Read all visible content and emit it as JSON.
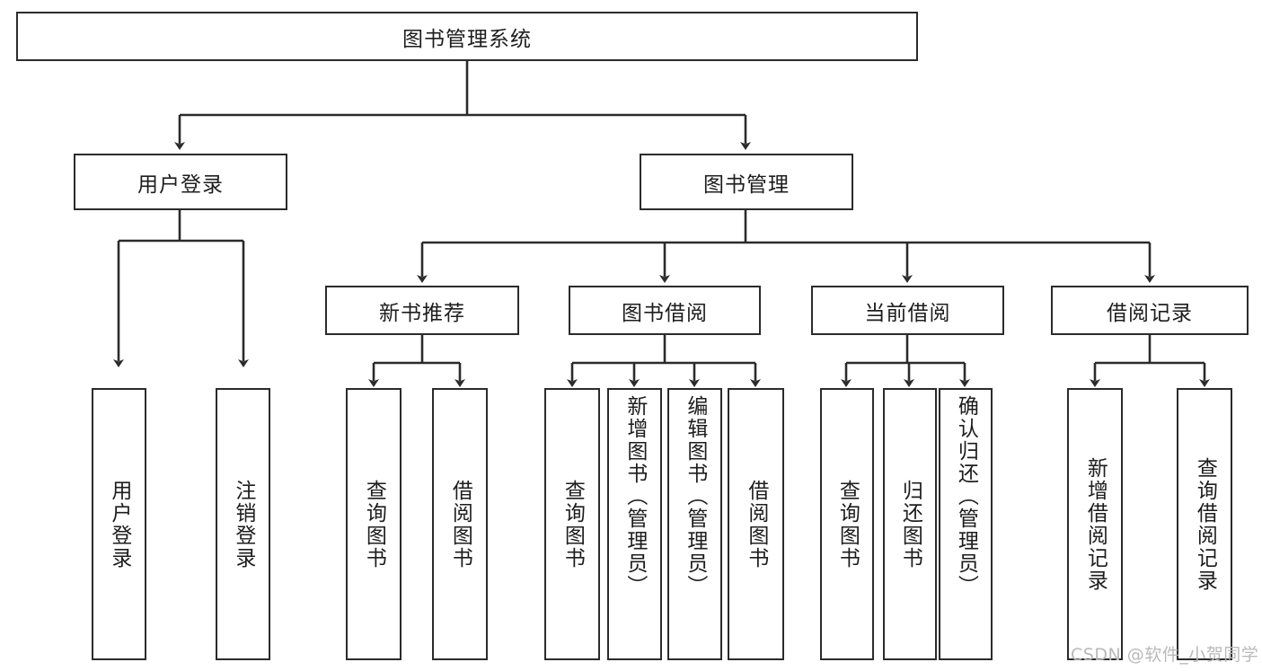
{
  "diagram": {
    "type": "hierarchy-tree",
    "title": "图书管理系统",
    "root": {
      "id": "root",
      "label": "图书管理系统"
    },
    "level1": [
      {
        "id": "user-login",
        "label": "用户登录"
      },
      {
        "id": "book-management",
        "label": "图书管理"
      }
    ],
    "level2": [
      {
        "id": "new-book-recommend",
        "label": "新书推荐",
        "parent": "book-management"
      },
      {
        "id": "book-borrow",
        "label": "图书借阅",
        "parent": "book-management"
      },
      {
        "id": "current-borrow",
        "label": "当前借阅",
        "parent": "book-management"
      },
      {
        "id": "borrow-record",
        "label": "借阅记录",
        "parent": "book-management"
      }
    ],
    "leaves": [
      {
        "id": "leaf-user-login",
        "label": "用户登录",
        "parent": "user-login"
      },
      {
        "id": "leaf-logout",
        "label": "注销登录",
        "parent": "user-login"
      },
      {
        "id": "leaf-query-book-1",
        "label": "查询图书",
        "parent": "new-book-recommend"
      },
      {
        "id": "leaf-borrow-book-1",
        "label": "借阅图书",
        "parent": "new-book-recommend"
      },
      {
        "id": "leaf-query-book-2",
        "label": "查询图书",
        "parent": "book-borrow"
      },
      {
        "id": "leaf-add-book",
        "label": "新增图书（管理员）",
        "parent": "book-borrow"
      },
      {
        "id": "leaf-edit-book",
        "label": "编辑图书（管理员）",
        "parent": "book-borrow"
      },
      {
        "id": "leaf-borrow-book-2",
        "label": "借阅图书",
        "parent": "book-borrow"
      },
      {
        "id": "leaf-query-book-3",
        "label": "查询图书",
        "parent": "current-borrow"
      },
      {
        "id": "leaf-return-book",
        "label": "归还图书",
        "parent": "current-borrow"
      },
      {
        "id": "leaf-confirm-return",
        "label": "确认归还（管理员）",
        "parent": "current-borrow"
      },
      {
        "id": "leaf-add-record",
        "label": "新增借阅记录",
        "parent": "borrow-record"
      },
      {
        "id": "leaf-query-record",
        "label": "查询借阅记录",
        "parent": "borrow-record"
      }
    ]
  },
  "watermark": {
    "text": "CSDN @软件_小贺同学"
  },
  "colors": {
    "stroke": "#2b2b2b",
    "background": "#ffffff",
    "text": "#1d1d1d",
    "watermark": "#b9b9b9"
  }
}
